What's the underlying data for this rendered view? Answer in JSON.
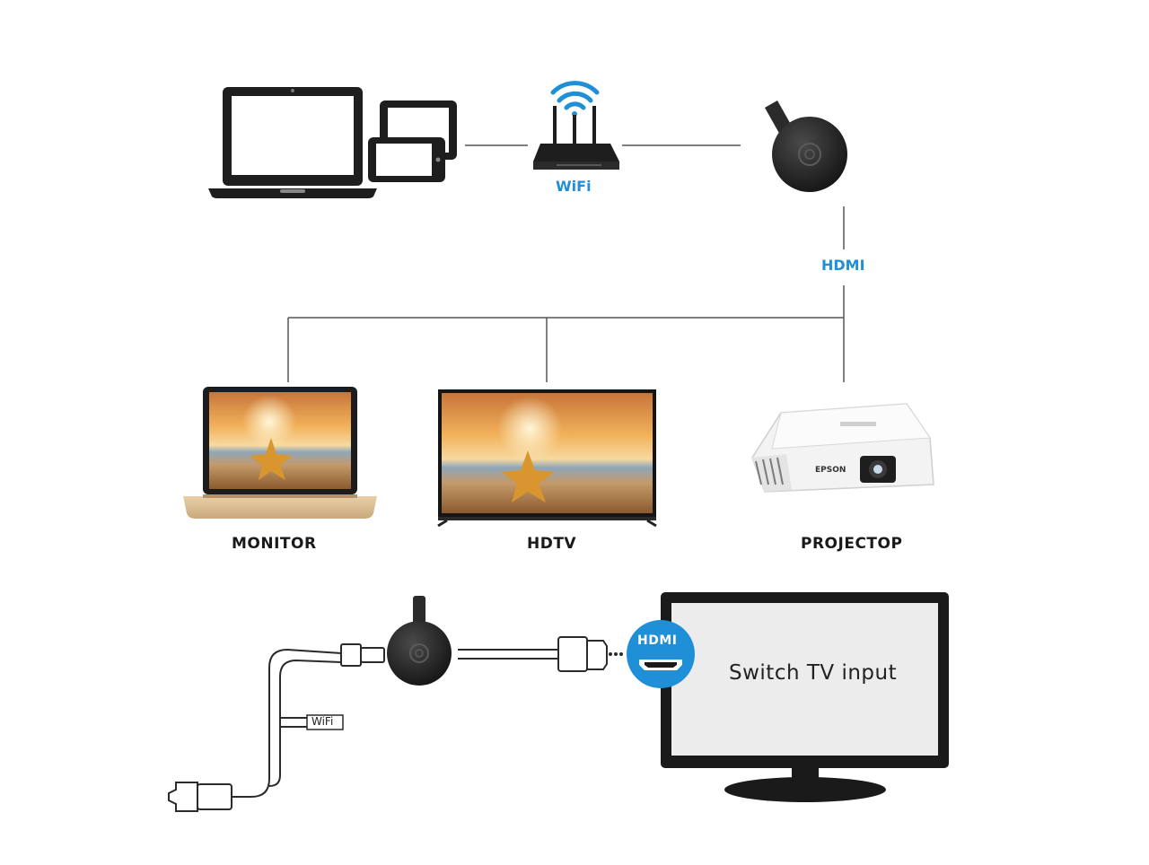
{
  "labels": {
    "wifi": "WiFi",
    "hdmi": "HDMI",
    "monitor": "MONITOR",
    "hdtv": "HDTV",
    "projector": "PROJECTOP",
    "projector_brand": "EPSON",
    "tv_message": "Switch TV input",
    "hdmi_badge": "HDMI",
    "cable_wifi": "WiFi"
  },
  "colors": {
    "accent_blue": "#1f8fd8",
    "line": "#555555",
    "device_dark": "#1e1e1e"
  },
  "icons": {
    "laptop": "laptop-icon",
    "tablet": "tablet-icon",
    "router": "router-icon",
    "wifi_signal": "wifi-signal-icon",
    "dongle": "chromecast-icon",
    "projector": "projector-icon"
  }
}
